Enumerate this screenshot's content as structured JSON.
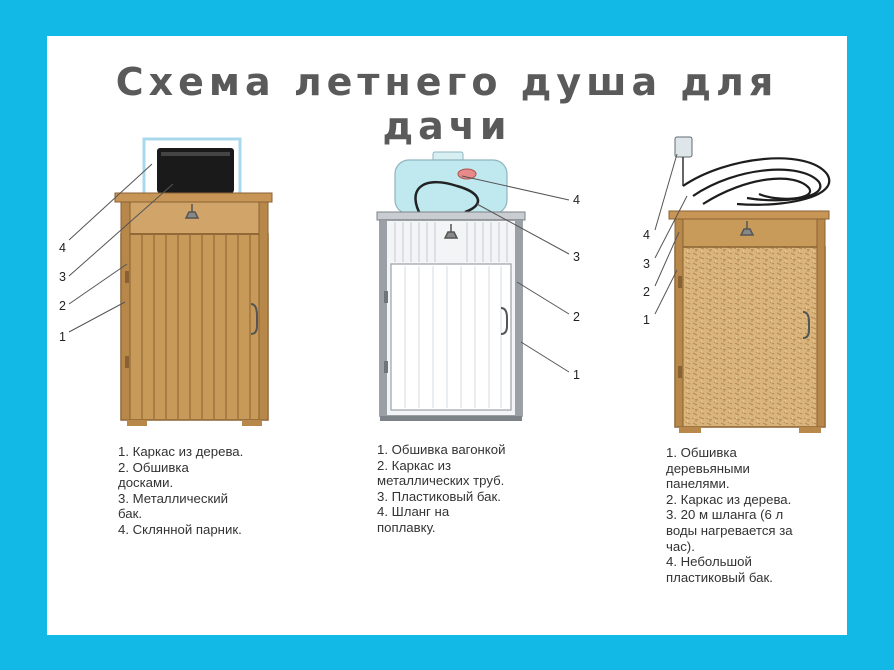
{
  "title": "Схема летнего душа для дачи",
  "colors": {
    "background": "#12b8e6",
    "panel": "#ffffff",
    "title": "#5a5a5a",
    "wood": "#c89a5a",
    "wood_dark": "#8a6232",
    "osb": "#d7b27a",
    "metal": "#9aa0a6",
    "tank_plastic": "#bfe8ef",
    "tank_black": "#1a1a1a"
  },
  "shower1": {
    "callouts": [
      "4",
      "3",
      "2",
      "1"
    ],
    "legend": [
      "1. Каркас из дерева.",
      "2. Обшивка\nдосками.",
      "3. Металлический\nбак.",
      "4. Склянной парник."
    ]
  },
  "shower2": {
    "callouts": [
      "4",
      "3",
      "2",
      "1"
    ],
    "legend": [
      "1. Обшивка вагонкой",
      "2. Каркас из\nметаллических труб.",
      "3. Пластиковый бак.",
      "4. Шланг на\nпоплавку."
    ]
  },
  "shower3": {
    "callouts": [
      "4",
      "3",
      "2",
      "1"
    ],
    "legend": [
      "1. Обшивка\nдеревьяными\nпанелями.",
      "2. Каркас из дерева.",
      "3. 20 м шланга (6 л\nводы нагревается за\nчас).",
      "4. Небольшой\nпластиковый бак."
    ]
  }
}
